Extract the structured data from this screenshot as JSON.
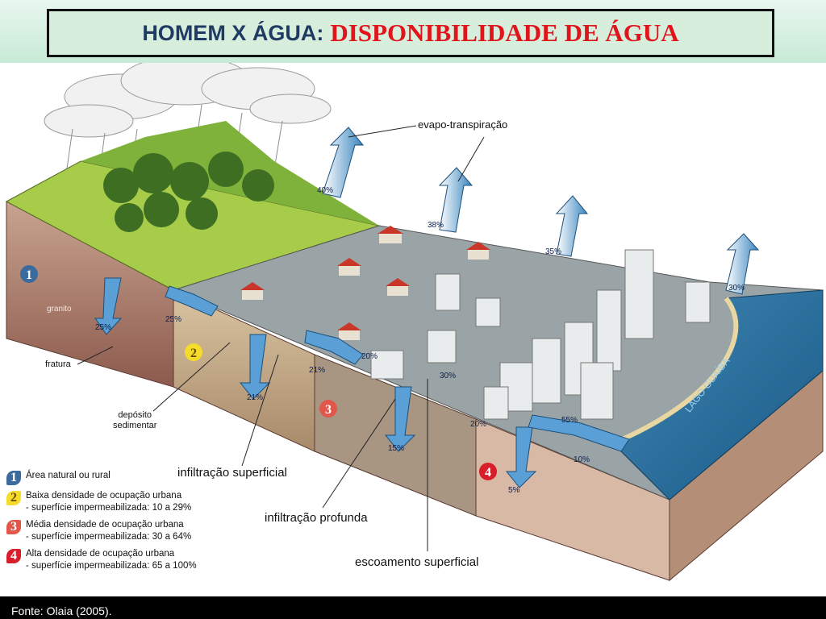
{
  "title": {
    "main": "HOMEM X ÁGUA:",
    "accent": "DISPONIBILIDADE DE ÁGUA"
  },
  "labels": {
    "evapo": "evapo-transpiração",
    "granito": "granito",
    "fratura": "fratura",
    "deposito_l1": "depósito",
    "deposito_l2": "sedimentar",
    "infil_superficial": "infiltração superficial",
    "infil_profunda": "infiltração profunda",
    "escoamento": "escoamento superficial",
    "lago": "LAGO GUAÍBA"
  },
  "percents": {
    "evap_natural": "40%",
    "evap_low": "38%",
    "evap_mid": "35%",
    "evap_high": "30%",
    "infil_natural": "25%",
    "runoff_natural": "25%",
    "infil_low": "21%",
    "deep_low": "21%",
    "runoff_low": "20%",
    "deep_mid": "15%",
    "runoff_mid": "30%",
    "infil_mid": "20%",
    "runoff_high": "55%",
    "infil_high": "10%",
    "deep_high": "5%"
  },
  "zones": [
    "1",
    "2",
    "3",
    "4"
  ],
  "legend": [
    {
      "num": "1",
      "line1": "Área natural ou rural",
      "line2": ""
    },
    {
      "num": "2",
      "line1": "Baixa densidade de ocupação urbana",
      "line2": "- superfície impermeabilizada: 10 a 29%"
    },
    {
      "num": "3",
      "line1": "Média densidade de ocupação urbana",
      "line2": "- superfície impermeabilizada: 30 a 64%"
    },
    {
      "num": "4",
      "line1": "Alta densidade de ocupação urbana",
      "line2": "- superfície impermeabilizada: 65 a 100%"
    }
  ],
  "footer": "Fonte: Olaia (2005)."
}
